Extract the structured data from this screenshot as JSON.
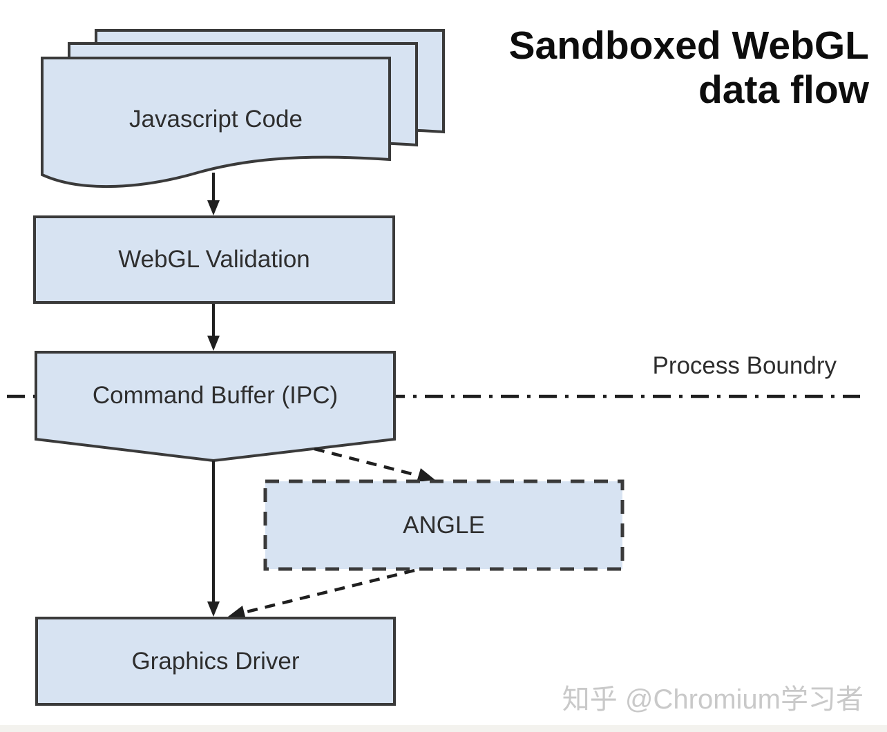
{
  "title": {
    "line1": "Sandboxed WebGL",
    "line2": "data flow"
  },
  "diagram": {
    "nodes": {
      "javascript_code": "Javascript Code",
      "webgl_validation": "WebGL Validation",
      "command_buffer": "Command Buffer (IPC)",
      "angle": "ANGLE",
      "graphics_driver": "Graphics Driver"
    },
    "boundary_label": "Process Boundry"
  },
  "watermark": "知乎 @Chromium学习者",
  "colors": {
    "node_fill": "#d7e3f2",
    "node_border": "#3a3a3a",
    "line": "#1f1f1f",
    "text": "#2e2e2e",
    "title": "#0d0d0d",
    "watermark": "#c9c9c9"
  }
}
